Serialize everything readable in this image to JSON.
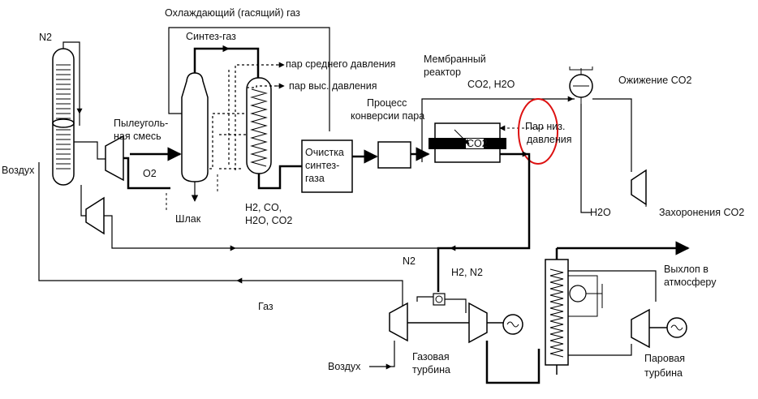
{
  "diagram": {
    "accent_color": "#dd1111",
    "labels": {
      "quench_gas": "Охлаждающий (гасящий) газ",
      "n2_top": "N2",
      "syngas": "Синтез-газ",
      "steam_medium": "пар среднего давления",
      "steam_high": "пар выс. давления",
      "membrane_line1": "Мембранный",
      "membrane_line2": "реактор",
      "co2_h2o": "CO2, H2O",
      "co2_liquefaction": "Ожижение CO2",
      "process_line1": "Процесс",
      "process_line2": "конверсии пара",
      "coal_line1": "Пылеуголь-",
      "coal_line2": "ная смесь",
      "lp_steam_line1": "Пар низ.",
      "lp_steam_line2": "давления",
      "co2_membrane": "CO2",
      "cleanup_line1": "Очистка",
      "cleanup_line2": "синтез-",
      "cleanup_line3": "газа",
      "air_left": "Воздух",
      "o2": "O2",
      "slag": "Шлак",
      "syngas_comp_line1": "H2, CO,",
      "syngas_comp_line2": "H2O, CO2",
      "h2o": "H2O",
      "co2_storage": "Захоронения CO2",
      "n2_mid": "N2",
      "h2_n2": "H2, N2",
      "exhaust_line1": "Выхлоп в",
      "exhaust_line2": "атмосферу",
      "gas": "Газ",
      "air_bottom": "Воздух",
      "gas_turbine_line1": "Газовая",
      "gas_turbine_line2": "турбина",
      "steam_turbine_line1": "Паровая",
      "steam_turbine_line2": "турбина"
    }
  }
}
